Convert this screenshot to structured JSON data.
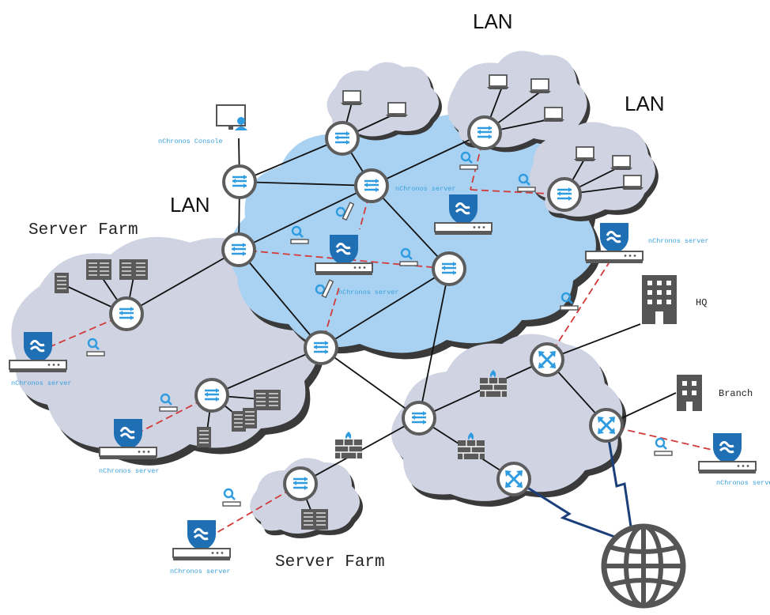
{
  "labels": {
    "lan_top": "LAN",
    "lan_right": "LAN",
    "lan_left": "LAN",
    "server_farm_left": "Server Farm",
    "server_farm_bottom": "Server Farm",
    "hq": "HQ",
    "branch": "Branch",
    "console": "nChronos Console",
    "server_center_upper": "nChronos server",
    "server_center_lower": "nChronos server",
    "server_right": "nChronos server",
    "server_left": "nChronos server",
    "server_farm_lower": "nChronos server",
    "server_bottom": "nChronos server",
    "server_branch": "nChronos serve"
  },
  "colors": {
    "cloud_gray": "#cfd3e2",
    "cloud_shadow": "#3a3a3a",
    "cloud_blue": "#a9d2f2",
    "router_ring": "#5a5a5a",
    "router_core": "#ffffff",
    "router_arrows": "#2f9be0",
    "link": "#111111",
    "monitor_link": "#d23a3a",
    "wan_bolt": "#1b3f7a",
    "shield": "#1f6fb5",
    "accent_text": "#3aa0dc"
  },
  "icons": {
    "router": "router-icon",
    "server_appliance": "nchronos-appliance-icon",
    "probe": "probe-icon",
    "laptop": "laptop-icon",
    "firewall": "firewall-icon",
    "rack": "server-rack-icon",
    "building": "building-icon",
    "globe": "globe-icon",
    "console": "console-icon"
  }
}
